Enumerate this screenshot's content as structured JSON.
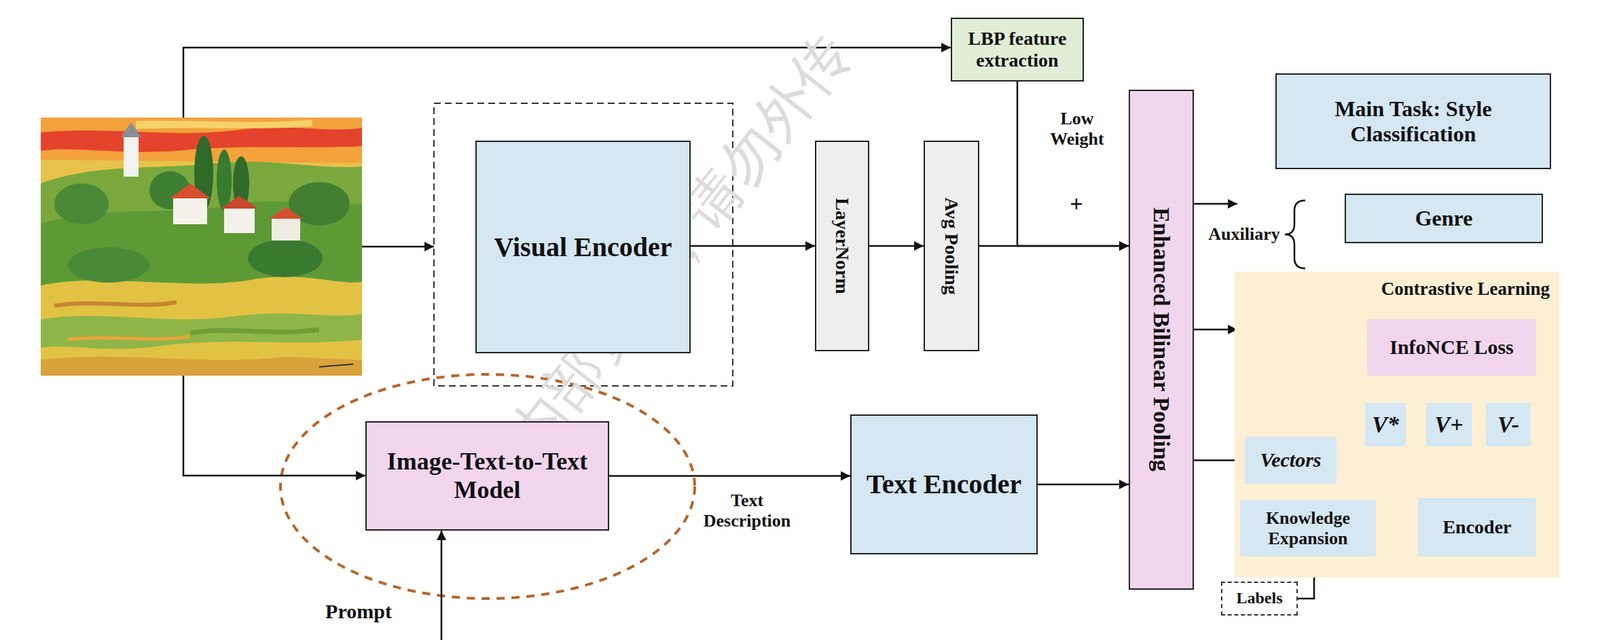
{
  "diagram": {
    "nodes": [
      {
        "text": [
          "LBP feature extraction"
        ]
      },
      {
        "text": [
          "Main Task: Style Classification"
        ]
      },
      {
        "text": [
          "Visual Encoder"
        ]
      },
      {
        "text": [
          "LayerNorm"
        ]
      },
      {
        "text": [
          "Avg Pooling"
        ]
      },
      {
        "text": [
          "Enhanced Bilinear Pooling"
        ]
      },
      {
        "text": [
          "Genre"
        ]
      },
      {
        "text": [
          "Contrastive Learning"
        ]
      },
      {
        "text": [
          "InfoNCE Loss"
        ],
        "in": 7
      },
      {
        "text": [
          "V*"
        ],
        "in": 7
      },
      {
        "text": [
          "V+"
        ],
        "in": 7
      },
      {
        "text": [
          "V-"
        ],
        "in": 7
      },
      {
        "text": [
          "Vectors"
        ],
        "in": 7
      },
      {
        "text": [
          "Knowledge Expansion"
        ],
        "in": 7
      },
      {
        "text": [
          "Encoder"
        ],
        "in": 7
      },
      {
        "text": [
          "Labels"
        ]
      },
      {
        "text": [
          "Image-Text-to-Text Model"
        ]
      },
      {
        "text": [
          "Text Encoder"
        ]
      }
    ],
    "edges": [
      {
        "from": 2,
        "to": 3,
        "arrow": "to"
      },
      {
        "from": 3,
        "to": 4,
        "arrow": "to"
      },
      {
        "from": 4,
        "to": 5,
        "arrow": "to"
      },
      {
        "from": 0,
        "to": 5,
        "label": "Low Weight",
        "arrow": "to"
      },
      {
        "from": 16,
        "to": 17,
        "label": "Text Description",
        "arrow": "to"
      },
      {
        "from": 17,
        "to": 5,
        "arrow": "to"
      },
      {
        "from": 5,
        "to": 12,
        "arrow": "to"
      },
      {
        "from": 12,
        "to": 9,
        "arrow": "none"
      },
      {
        "from": 13,
        "to": 14,
        "arrow": "to"
      },
      {
        "from": 14,
        "to": 10,
        "arrow": "none"
      },
      {
        "from": 14,
        "to": 11,
        "arrow": "none"
      },
      {
        "from": 9,
        "to": 8,
        "arrow": "to"
      },
      {
        "from": 10,
        "to": 8,
        "arrow": "to"
      },
      {
        "from": 11,
        "to": 8,
        "arrow": "to"
      },
      {
        "from": 15,
        "to": 13,
        "arrow": "to"
      }
    ],
    "labels": [
      "+",
      "Auxiliary",
      "Prompt",
      "内部资料，请勿外传"
    ]
  }
}
